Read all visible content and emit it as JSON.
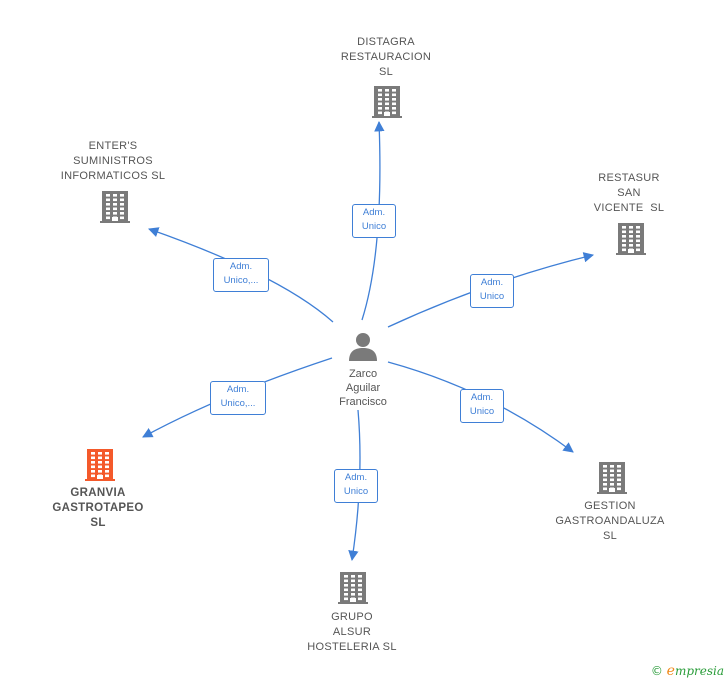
{
  "center": {
    "label": "Zarco\nAguilar\nFrancisco",
    "icon": "person-icon"
  },
  "companies": [
    {
      "id": "distagra",
      "label": "DISTAGRA\nRESTAURACION\nSL",
      "icon": "building-icon",
      "color": "#7a7a7a"
    },
    {
      "id": "restasur",
      "label": "RESTASUR\nSAN\nVICENTE  SL",
      "icon": "building-icon",
      "color": "#7a7a7a"
    },
    {
      "id": "gestion",
      "label": "GESTION\nGASTROANDALUZA\nSL",
      "icon": "building-icon",
      "color": "#7a7a7a"
    },
    {
      "id": "grupo",
      "label": "GRUPO\nALSUR\nHOSTELERIA SL",
      "icon": "building-icon",
      "color": "#7a7a7a"
    },
    {
      "id": "granvia",
      "label": "GRANVIA\nGASTROTAPEO\nSL",
      "icon": "building-icon",
      "color": "#f4592a"
    },
    {
      "id": "enters",
      "label": "ENTER'S\nSUMINISTROS\nINFORMATICOS SL",
      "icon": "building-icon",
      "color": "#7a7a7a"
    }
  ],
  "edges": [
    {
      "to": "distagra",
      "role": "Adm.\nUnico"
    },
    {
      "to": "restasur",
      "role": "Adm.\nUnico"
    },
    {
      "to": "gestion",
      "role": "Adm.\nUnico"
    },
    {
      "to": "grupo",
      "role": "Adm.\nUnico"
    },
    {
      "to": "granvia",
      "role": "Adm.\nUnico,..."
    },
    {
      "to": "enters",
      "role": "Adm.\nUnico,..."
    }
  ],
  "colors": {
    "edge": "#3f7fd6",
    "node_default": "#7a7a7a",
    "node_highlight": "#f4592a"
  },
  "brand": {
    "copyright": "©",
    "e": "e",
    "name": "mpresia"
  }
}
